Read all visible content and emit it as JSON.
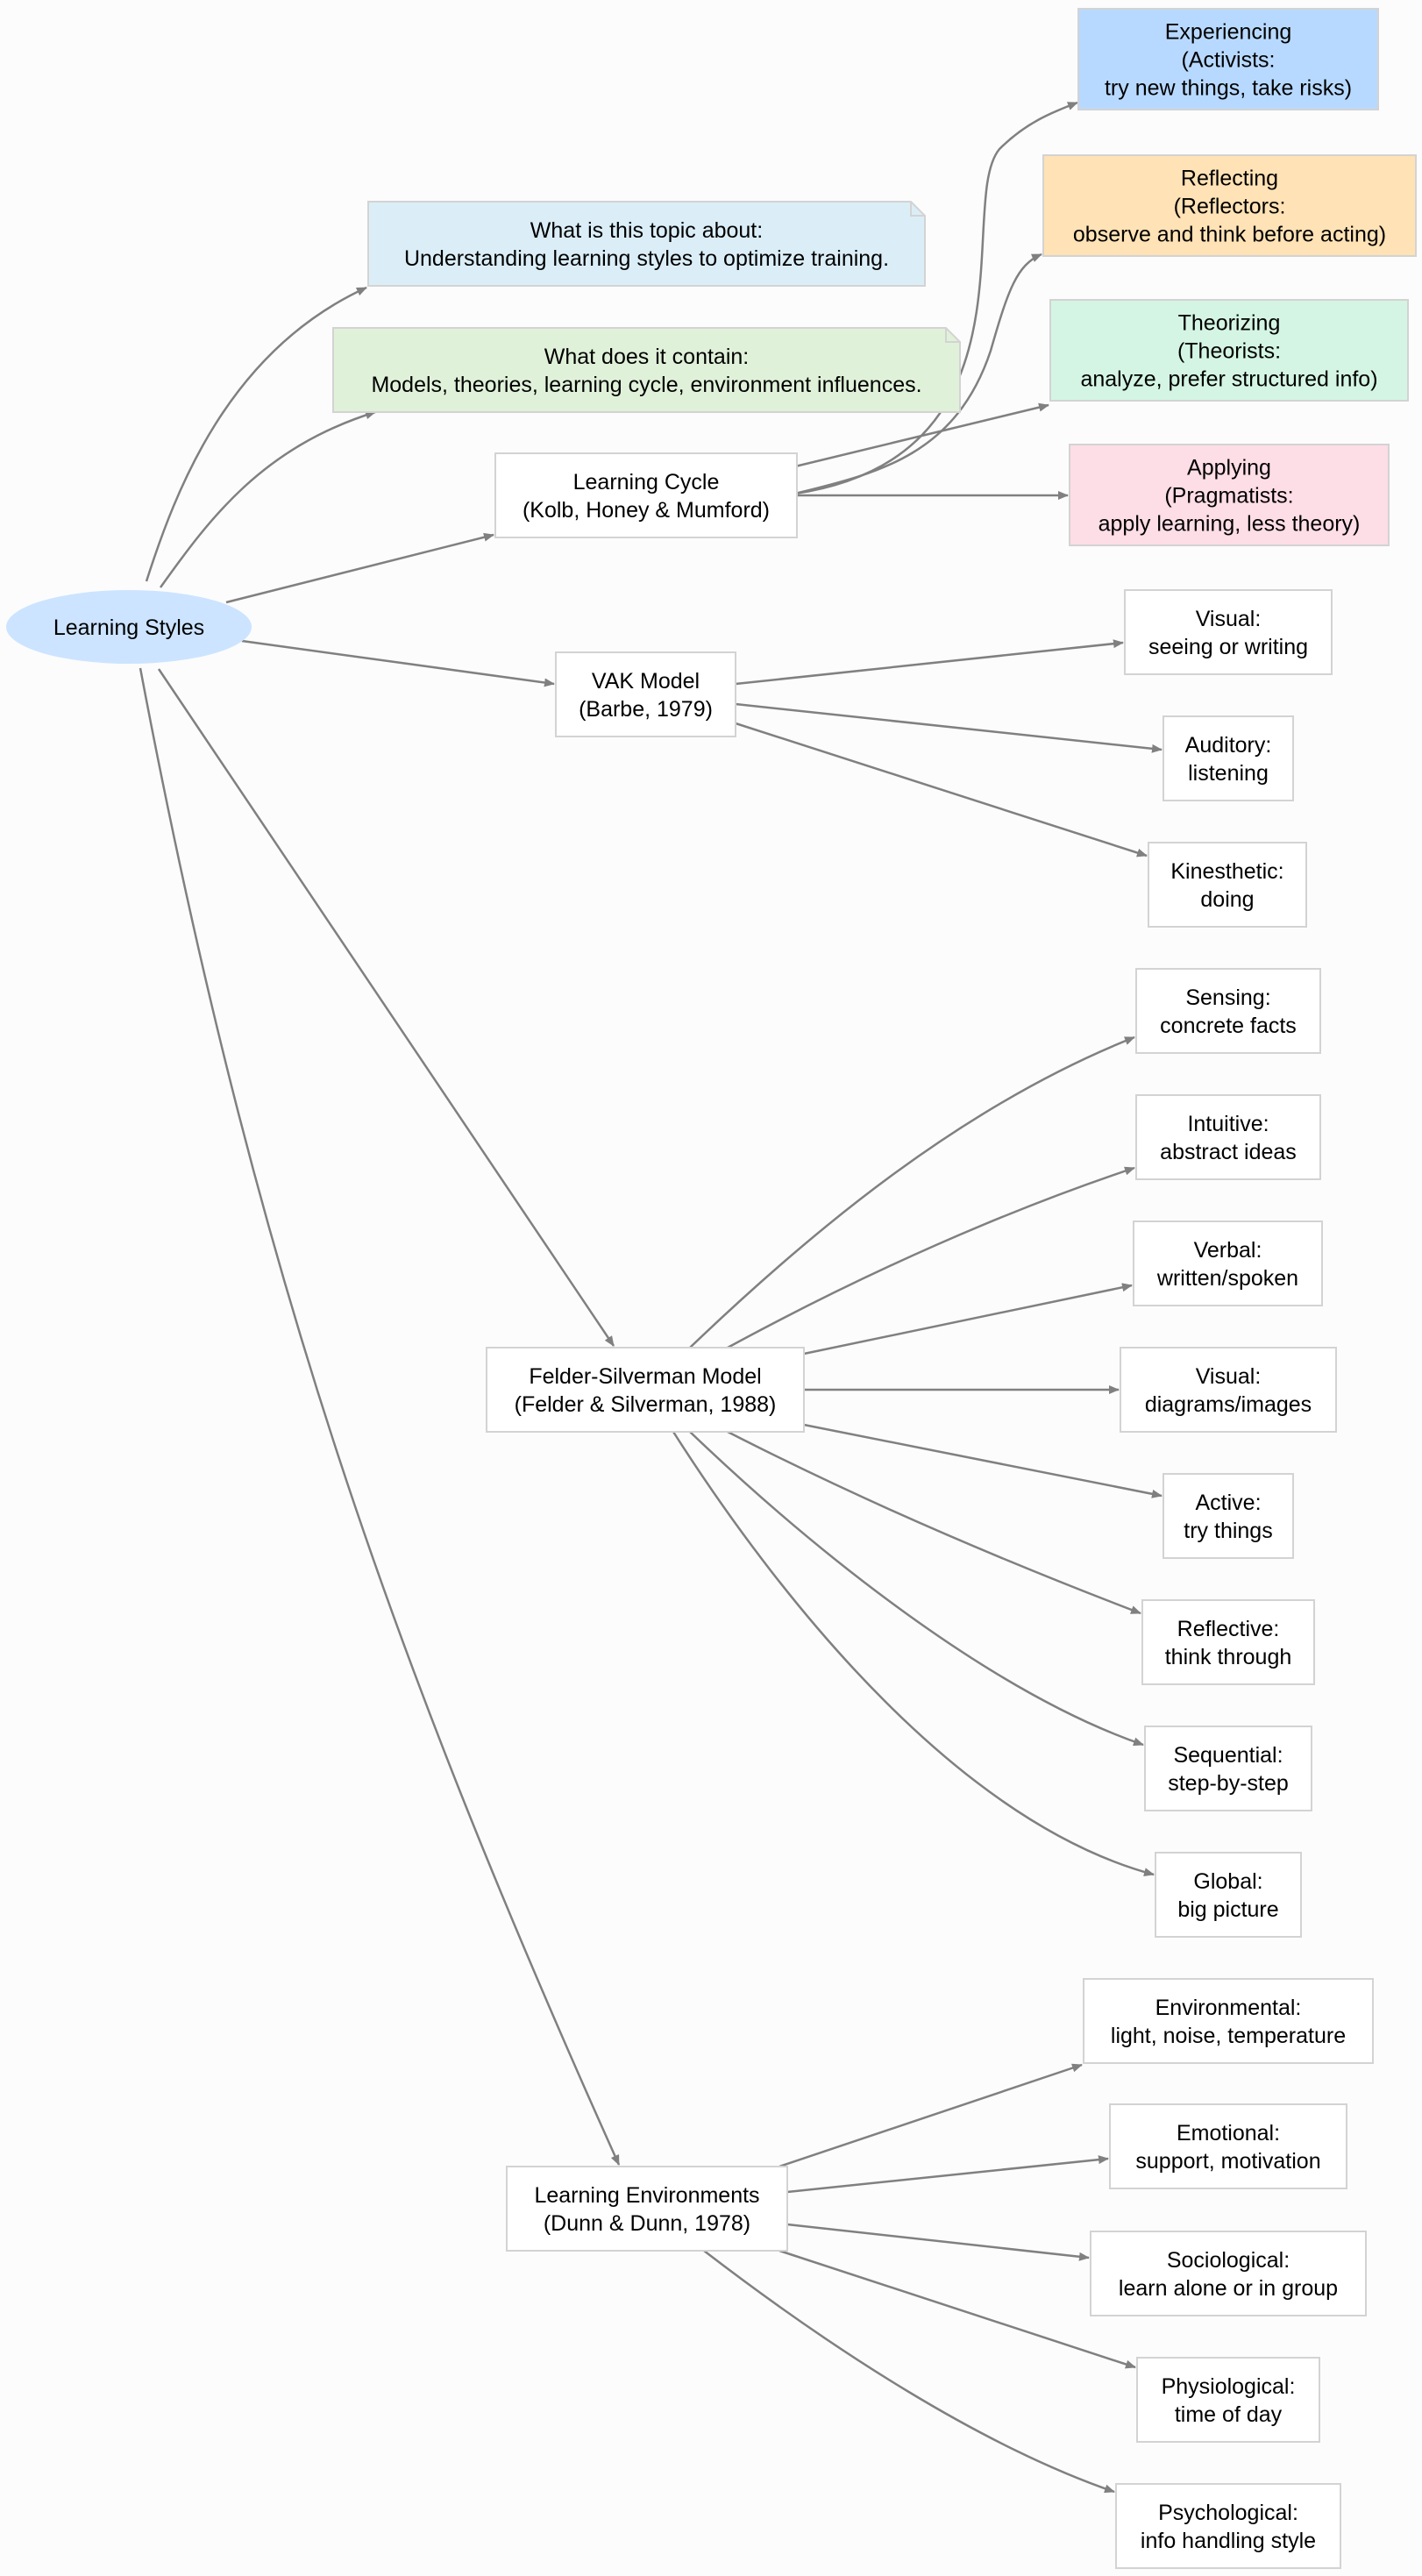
{
  "colors": {
    "background": "#fcfcfc",
    "edge": "#808080",
    "node_border": "#d3d3d3",
    "root_fill": "#cce4ff",
    "note_about_fill": "#dbeef7",
    "note_contains_fill": "#e0f1d9",
    "experiencing_fill": "#b8d9ff",
    "reflecting_fill": "#ffe2b5",
    "theorizing_fill": "#d4f5e4",
    "applying_fill": "#fddde6",
    "plain_fill": "#ffffff"
  },
  "nodes": {
    "root": {
      "lines": [
        "Learning Styles"
      ]
    },
    "note_about": {
      "lines": [
        "What is this topic about:",
        "Understanding learning styles to optimize training."
      ]
    },
    "note_contains": {
      "lines": [
        "What does it contain:",
        "Models, theories, learning cycle, environment influences."
      ]
    },
    "learning_cycle": {
      "lines": [
        "Learning Cycle",
        "(Kolb, Honey & Mumford)"
      ]
    },
    "vak": {
      "lines": [
        "VAK Model",
        "(Barbe, 1979)"
      ]
    },
    "felder": {
      "lines": [
        "Felder-Silverman Model",
        "(Felder & Silverman, 1988)"
      ]
    },
    "environments": {
      "lines": [
        "Learning Environments",
        "(Dunn & Dunn, 1978)"
      ]
    },
    "experiencing": {
      "lines": [
        "Experiencing",
        "(Activists:",
        "try new things, take risks)"
      ]
    },
    "reflecting": {
      "lines": [
        "Reflecting",
        "(Reflectors:",
        "observe and think before acting)"
      ]
    },
    "theorizing": {
      "lines": [
        "Theorizing",
        "(Theorists:",
        "analyze, prefer structured info)"
      ]
    },
    "applying": {
      "lines": [
        "Applying",
        "(Pragmatists:",
        "apply learning, less theory)"
      ]
    },
    "vak_visual": {
      "lines": [
        "Visual:",
        "seeing or writing"
      ]
    },
    "vak_auditory": {
      "lines": [
        "Auditory:",
        "listening"
      ]
    },
    "vak_kinesthetic": {
      "lines": [
        "Kinesthetic:",
        "doing"
      ]
    },
    "fs_sensing": {
      "lines": [
        "Sensing:",
        "concrete facts"
      ]
    },
    "fs_intuitive": {
      "lines": [
        "Intuitive:",
        "abstract ideas"
      ]
    },
    "fs_verbal": {
      "lines": [
        "Verbal:",
        "written/spoken"
      ]
    },
    "fs_visual": {
      "lines": [
        "Visual:",
        "diagrams/images"
      ]
    },
    "fs_active": {
      "lines": [
        "Active:",
        "try things"
      ]
    },
    "fs_reflective": {
      "lines": [
        "Reflective:",
        "think through"
      ]
    },
    "fs_sequential": {
      "lines": [
        "Sequential:",
        "step-by-step"
      ]
    },
    "fs_global": {
      "lines": [
        "Global:",
        "big picture"
      ]
    },
    "env_environmental": {
      "lines": [
        "Environmental:",
        "light, noise, temperature"
      ]
    },
    "env_emotional": {
      "lines": [
        "Emotional:",
        "support, motivation"
      ]
    },
    "env_sociological": {
      "lines": [
        "Sociological:",
        "learn alone or in group"
      ]
    },
    "env_physiological": {
      "lines": [
        "Physiological:",
        "time of day"
      ]
    },
    "env_psychological": {
      "lines": [
        "Psychological:",
        "info handling style"
      ]
    }
  },
  "edges": [
    {
      "from": "root",
      "to": "note_about"
    },
    {
      "from": "root",
      "to": "note_contains"
    },
    {
      "from": "root",
      "to": "learning_cycle"
    },
    {
      "from": "root",
      "to": "vak"
    },
    {
      "from": "root",
      "to": "felder"
    },
    {
      "from": "root",
      "to": "environments"
    },
    {
      "from": "learning_cycle",
      "to": "experiencing"
    },
    {
      "from": "learning_cycle",
      "to": "reflecting"
    },
    {
      "from": "learning_cycle",
      "to": "theorizing"
    },
    {
      "from": "learning_cycle",
      "to": "applying"
    },
    {
      "from": "vak",
      "to": "vak_visual"
    },
    {
      "from": "vak",
      "to": "vak_auditory"
    },
    {
      "from": "vak",
      "to": "vak_kinesthetic"
    },
    {
      "from": "felder",
      "to": "fs_sensing"
    },
    {
      "from": "felder",
      "to": "fs_intuitive"
    },
    {
      "from": "felder",
      "to": "fs_verbal"
    },
    {
      "from": "felder",
      "to": "fs_visual"
    },
    {
      "from": "felder",
      "to": "fs_active"
    },
    {
      "from": "felder",
      "to": "fs_reflective"
    },
    {
      "from": "felder",
      "to": "fs_sequential"
    },
    {
      "from": "felder",
      "to": "fs_global"
    },
    {
      "from": "environments",
      "to": "env_environmental"
    },
    {
      "from": "environments",
      "to": "env_emotional"
    },
    {
      "from": "environments",
      "to": "env_sociological"
    },
    {
      "from": "environments",
      "to": "env_physiological"
    },
    {
      "from": "environments",
      "to": "env_psychological"
    }
  ]
}
